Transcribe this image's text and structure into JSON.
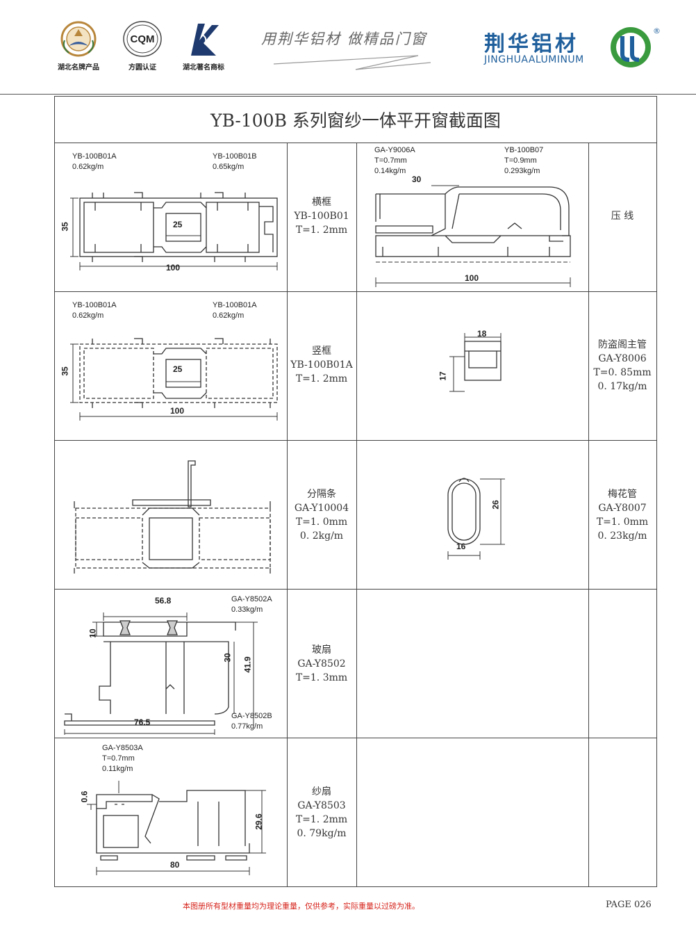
{
  "header": {
    "badges": [
      {
        "icon": "hubei-brand-medal-icon",
        "label": "湖北名牌产品"
      },
      {
        "icon": "cqm-certification-icon",
        "label": "方圆认证",
        "logo_text": "CQM"
      },
      {
        "icon": "hubei-trademark-icon",
        "label": "湖北著名商标"
      }
    ],
    "slogan": "用荆华铝材  做精品门窗",
    "brand_cn": "荆华铝材",
    "brand_en": "JINGHUAALUMINUM",
    "brand_logo_icon": "jinghua-logo-icon",
    "registered_mark": "®",
    "brand_color": "#1f5f9c",
    "logo_green": "#3a9a3e"
  },
  "sheet": {
    "title": "YB-100B 系列窗纱一体平开窗截面图",
    "rows": [
      {
        "left": {
          "labels": [
            [
              "YB-100B01A",
              "0.62kg/m"
            ],
            [
              "YB-100B01B",
              "0.65kg/m"
            ]
          ],
          "dims": {
            "width": "100",
            "height": "35",
            "gap": "25"
          },
          "desc": [
            "横框",
            "YB-100B01",
            "T=1. 2mm"
          ]
        },
        "right": {
          "labels": [
            [
              "GA-Y9006A",
              "T=0.7mm",
              "0.14kg/m"
            ],
            [
              "YB-100B07",
              "T=0.9mm",
              "0.293kg/m"
            ]
          ],
          "dims": {
            "width": "100",
            "small": "30"
          },
          "desc": [
            "压 线"
          ]
        }
      },
      {
        "left": {
          "labels": [
            [
              "YB-100B01A",
              "0.62kg/m"
            ],
            [
              "YB-100B01A",
              "0.62kg/m"
            ]
          ],
          "dims": {
            "width": "100",
            "height": "35",
            "gap": "25"
          },
          "desc": [
            "竖框",
            "YB-100B01A",
            "T=1. 2mm"
          ]
        },
        "right": {
          "dims": {
            "width": "18",
            "height": "17"
          },
          "desc": [
            "防盗阁主管",
            "GA-Y8006",
            "T=0. 85mm",
            "0. 17kg/m"
          ]
        }
      },
      {
        "left": {
          "desc": [
            "分隔条",
            "GA-Y10004",
            "T=1. 0mm",
            "0. 2kg/m"
          ]
        },
        "right": {
          "dims": {
            "width": "16",
            "height": "26"
          },
          "desc": [
            "梅花管",
            "GA-Y8007",
            "T=1. 0mm",
            "0. 23kg/m"
          ]
        }
      },
      {
        "left": {
          "labels": [
            [
              "GA-Y8502A",
              "0.33kg/m"
            ],
            [
              "GA-Y8502B",
              "0.77kg/m"
            ]
          ],
          "dims": {
            "top": "56.8",
            "bottom": "76.5",
            "left": "10",
            "mid": "30",
            "right": "41.9"
          },
          "desc": [
            "玻扇",
            "GA-Y8502",
            "T=1. 3mm"
          ]
        },
        "right": {}
      },
      {
        "left": {
          "labels": [
            [
              "GA-Y8503A",
              "T=0.7mm",
              "0.11kg/m"
            ]
          ],
          "dims": {
            "width": "80",
            "height": "29.6",
            "small": "0.6"
          },
          "desc": [
            "纱扇",
            "GA-Y8503",
            "T=1. 2mm",
            "0. 79kg/m"
          ]
        },
        "right": {}
      }
    ]
  },
  "footer": {
    "note": "本图册所有型材重量均为理论重量，仅供参考，实际重量以过磅为准。",
    "note_color": "#d6231b",
    "page": "PAGE 026"
  }
}
